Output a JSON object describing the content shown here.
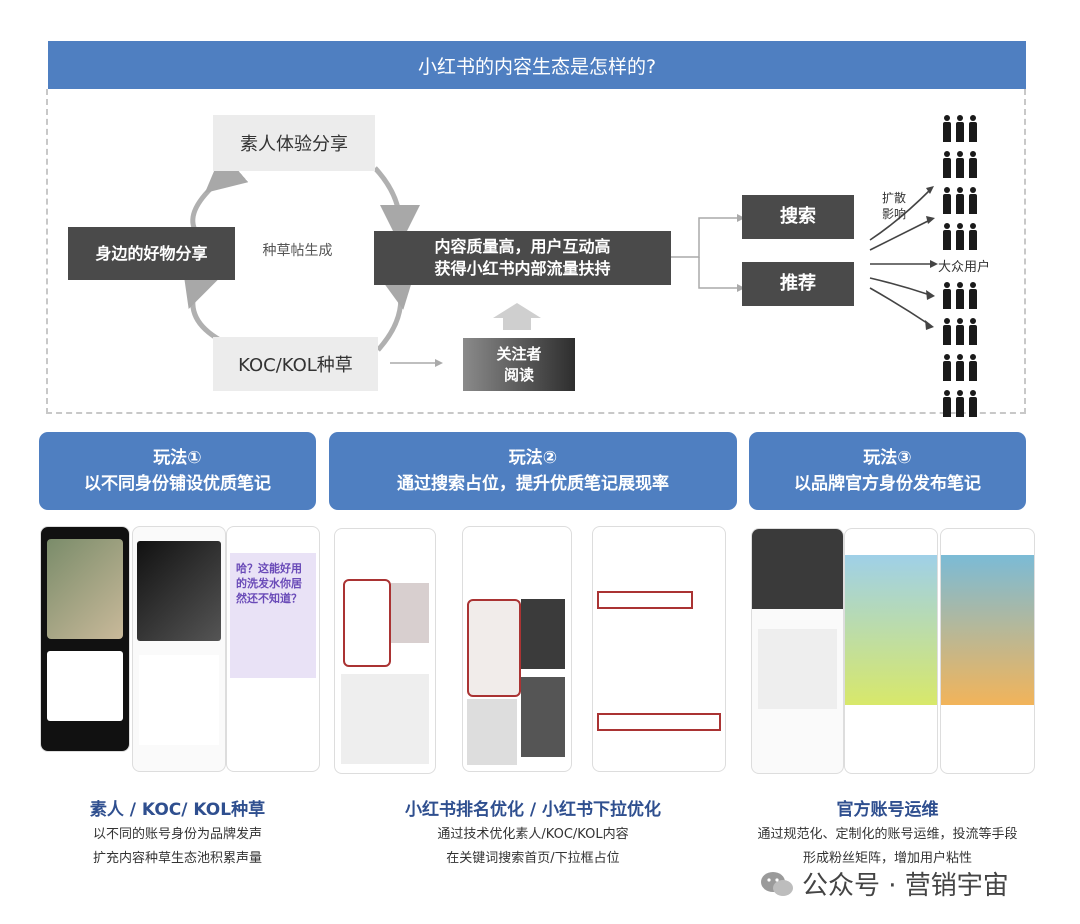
{
  "banner": {
    "title": "小红书的内容生态是怎样的?"
  },
  "cycle": {
    "top": "素人体验分享",
    "left": "身边的好物分享",
    "center": "种草帖生成",
    "bottom": "KOC/KOL种草"
  },
  "flow": {
    "quality_line1": "内容质量高，用户互动高",
    "quality_line2": "获得小红书内部流量扶持",
    "follower_line1": "关注者",
    "follower_line2": "阅读",
    "search": "搜索",
    "recommend": "推荐",
    "spread_line1": "扩散",
    "spread_line2": "影响",
    "audience": "大众用户"
  },
  "plays": [
    {
      "head1": "玩法①",
      "head2": "以不同身份铺设优质笔记",
      "title": "素人 / KOC/ KOL种草",
      "desc1": "以不同的账号身份为品牌发声",
      "desc2": "扩充内容种草生态池积累声量"
    },
    {
      "head1": "玩法②",
      "head2": "通过搜索占位，提升优质笔记展现率",
      "title": "小红书排名优化 / 小红书下拉优化",
      "desc1": "通过技术优化素人/KOC/KOL内容",
      "desc2": "在关键词搜索首页/下拉框占位"
    },
    {
      "head1": "玩法③",
      "head2": "以品牌官方身份发布笔记",
      "title": "官方账号运维",
      "desc1": "通过规范化、定制化的账号运维，投流等手段",
      "desc2": "形成粉丝矩阵，增加用户粘性"
    }
  ],
  "screens": {
    "note_bubble": "哈？这能好用的洗发水你居然还不知道？"
  },
  "watermark": {
    "text": "公众号 · 营销宇宙"
  }
}
